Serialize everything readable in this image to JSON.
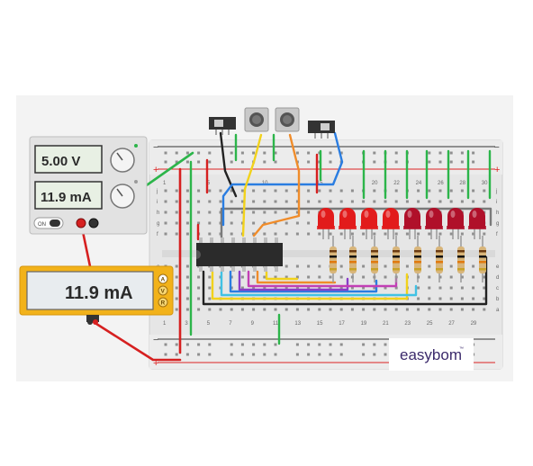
{
  "power_supply": {
    "voltage_display": "5.00 V",
    "current_display": "11.9 mA",
    "button_label": "ON"
  },
  "multimeter": {
    "display": "11.9 mA",
    "modes": [
      "A",
      "V",
      "R"
    ],
    "active_mode": "A"
  },
  "breadboard": {
    "column_numbers_top": [
      "1",
      "5",
      "10",
      "15",
      "20",
      "22",
      "24",
      "26",
      "28",
      "30"
    ],
    "column_numbers_bottom": [
      "1",
      "3",
      "5",
      "7",
      "9",
      "11",
      "13",
      "15",
      "17",
      "19",
      "21",
      "23",
      "25",
      "27",
      "29"
    ],
    "row_letters_top": [
      "j",
      "i",
      "h",
      "g",
      "f"
    ],
    "row_letters_bottom": [
      "e",
      "d",
      "c",
      "b",
      "a"
    ],
    "rail_plus": "+",
    "rail_minus": "−"
  },
  "logo": {
    "text": "easybom",
    "tm": "™"
  },
  "colors": {
    "board": "#e9e9e9",
    "rail_red": "#d22",
    "rail_blue": "#333",
    "wire_green": "#2cb54a",
    "wire_red": "#d62020",
    "wire_yellow": "#f2d21b",
    "wire_blue": "#2a7de1",
    "wire_orange": "#f08c2a",
    "wire_purple": "#8a3fc7",
    "wire_black": "#222",
    "led_red": "#e21b1b",
    "led_dark": "#b0102a",
    "meter_frame": "#f2b21a"
  }
}
